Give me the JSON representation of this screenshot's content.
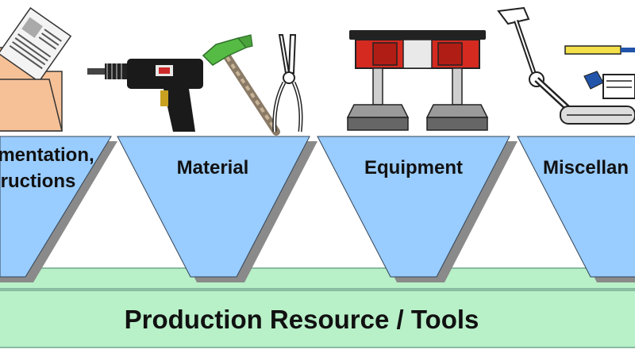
{
  "funnels": [
    {
      "label_lines": [
        "mentation,",
        "ructions"
      ]
    },
    {
      "label_lines": [
        "Material"
      ]
    },
    {
      "label_lines": [
        "Equipment"
      ]
    },
    {
      "label_lines": [
        "Miscellan"
      ]
    }
  ],
  "base_bar": {
    "label": "Production Resource / Tools"
  },
  "icons": [
    "document-folder-icon",
    "power-drill-icon",
    "hammer-icon",
    "pliers-icon",
    "machine-fixture-icon",
    "robot-arm-icon"
  ],
  "colors": {
    "funnel_fill": "#99ccff",
    "funnel_shadow": "#8a8a8a",
    "base_fill": "#b8f0c8",
    "base_stroke": "#6fa88a",
    "text": "#111111"
  }
}
